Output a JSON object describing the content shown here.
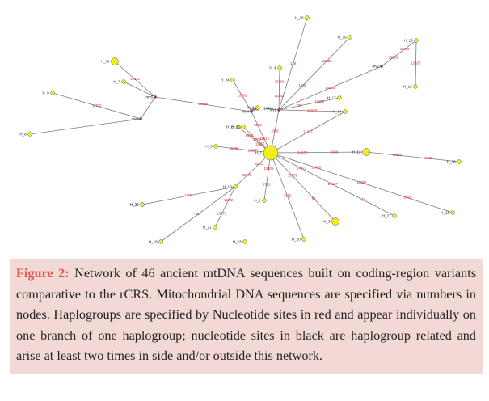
{
  "figure": {
    "label": "Figure 2:",
    "caption": "Network of 46 ancient mtDNA sequences built on coding-region variants comparative to the rCRS. Mitochondrial DNA sequences are specified via numbers in nodes. Haplogroups are specified by Nucleotide sites in red and appear individually on one branch of one haplogroup; nucleotide sites in black are haplogroup related and arise at least two times in side and/or outside this network."
  },
  "colors": {
    "node": "#f2ee1a",
    "node_stroke": "#555555",
    "median": "#b03a3a",
    "edge": "#7a7a7a",
    "site_red": "#d42020",
    "site_black": "#222222"
  },
  "network": {
    "nodes": [
      {
        "id": "H_1",
        "label": "H_1",
        "big": true
      },
      {
        "id": "H_2",
        "label": "H_2"
      },
      {
        "id": "H_3",
        "label": "H_3",
        "big": true
      },
      {
        "id": "H_4",
        "label": "H_4"
      },
      {
        "id": "H_5",
        "label": "H_5"
      },
      {
        "id": "H_6",
        "label": "H_6"
      },
      {
        "id": "H_7",
        "label": "H_7"
      },
      {
        "id": "H_8",
        "label": "H_8"
      },
      {
        "id": "H_9",
        "label": "H_9"
      },
      {
        "id": "H_10",
        "label": "H_10"
      },
      {
        "id": "H_11",
        "label": "H_11"
      },
      {
        "id": "H_12",
        "label": "H_12"
      },
      {
        "id": "H_13",
        "label": "H_13",
        "big": true
      },
      {
        "id": "H_14",
        "label": "H_14"
      },
      {
        "id": "H_15",
        "label": "H_15"
      },
      {
        "id": "H_16",
        "label": "H_16"
      },
      {
        "id": "H_17",
        "label": "H_17"
      },
      {
        "id": "H_18",
        "label": "H_18"
      },
      {
        "id": "H_19",
        "label": "H_19"
      },
      {
        "id": "H_20",
        "label": "H_20"
      },
      {
        "id": "H_21",
        "label": "H_21"
      },
      {
        "id": "H_22",
        "label": "H_22"
      },
      {
        "id": "H_23",
        "label": "H_23"
      },
      {
        "id": "H_24",
        "label": "H_24"
      },
      {
        "id": "H_25",
        "label": "H_25"
      },
      {
        "id": "H_26",
        "label": "H_26"
      },
      {
        "id": "H_27",
        "label": "H_27"
      },
      {
        "id": "H_28",
        "label": "H_28"
      },
      {
        "id": "H_29",
        "label": "H_29"
      },
      {
        "id": "H_30",
        "label": "H_30",
        "big": true
      },
      {
        "id": "mv1",
        "label": "mv1",
        "median": true
      },
      {
        "id": "mv2",
        "label": "mv2",
        "median": true
      },
      {
        "id": "mv3",
        "label": "mv3",
        "median": true
      },
      {
        "id": "mv4",
        "label": "mv4",
        "median": true
      },
      {
        "id": "mv5",
        "label": "mv5",
        "median": true
      }
    ],
    "edges": [
      {
        "from": "H_1",
        "to": "H_13",
        "sites": [
          "14172",
          "9966"
        ],
        "black": [
          false,
          false
        ]
      },
      {
        "from": "H_13",
        "to": "H_16",
        "sites": [
          "10850",
          "10550"
        ],
        "black": [
          false,
          false
        ]
      },
      {
        "from": "H_1",
        "to": "H_11",
        "sites": [
          "15833",
          "10580",
          "3543"
        ],
        "black": [
          false,
          false,
          false
        ]
      },
      {
        "from": "H_1",
        "to": "H_27",
        "sites": [
          "14872",
          "16547",
          "58"
        ],
        "black": [
          false,
          false,
          false
        ]
      },
      {
        "from": "H_1",
        "to": "H_3",
        "sites": [
          "13579",
          "81"
        ],
        "black": [
          false,
          false
        ]
      },
      {
        "from": "H_1",
        "to": "H_2",
        "sites": [
          "13805",
          "3722"
        ],
        "black": [
          false,
          false
        ]
      },
      {
        "from": "H_1",
        "to": "H_20",
        "sites": [
          "3335"
        ],
        "black": [
          false
        ]
      },
      {
        "from": "H_1",
        "to": "H_22",
        "sites": [
          "11350",
          "8696"
        ],
        "black": [
          false,
          false
        ]
      },
      {
        "from": "H_1",
        "to": "H_10",
        "sites": [
          "6221",
          "15272"
        ],
        "black": [
          false,
          false
        ]
      },
      {
        "from": "H_10",
        "to": "H_29",
        "sites": [
          "11171"
        ],
        "black": [
          false
        ]
      },
      {
        "from": "H_10",
        "to": "H_21",
        "sites": [
          "11902",
          "15276"
        ],
        "black": [
          false,
          false
        ]
      },
      {
        "from": "H_10",
        "to": "H_18",
        "sites": [
          "933"
        ],
        "black": [
          false
        ]
      },
      {
        "from": "H_1",
        "to": "H_5",
        "sites": [
          "11817",
          "15260"
        ],
        "black": [
          false,
          false
        ]
      },
      {
        "from": "H_1",
        "to": "H_25",
        "sites": [
          "1700"
        ],
        "black": [
          false
        ]
      },
      {
        "from": "H_1",
        "to": "mv4",
        "sites": [
          "11812",
          "5319"
        ],
        "black": [
          false,
          false
        ]
      },
      {
        "from": "H_1",
        "to": "mv1",
        "sites": [
          "4356"
        ],
        "black": [
          false
        ]
      },
      {
        "from": "H_1",
        "to": "H_14",
        "sites": [
          "11817"
        ],
        "black": [
          false
        ]
      },
      {
        "from": "mv4",
        "to": "H_24",
        "sites": [
          "15302"
        ],
        "black": [
          false
        ]
      },
      {
        "from": "mv4",
        "to": "mv5",
        "sites": [
          "13566"
        ],
        "black": [
          false
        ]
      },
      {
        "from": "mv5",
        "to": "H_30",
        "sites": [
          "15321"
        ],
        "black": [
          false
        ]
      },
      {
        "from": "mv5",
        "to": "H_7",
        "sites": [],
        "black": []
      },
      {
        "from": "mv5",
        "to": "mv3",
        "sites": [],
        "black": []
      },
      {
        "from": "mv3",
        "to": "H_9",
        "sites": [
          "11104"
        ],
        "black": [
          false
        ]
      },
      {
        "from": "mv3",
        "to": "H_8",
        "sites": [],
        "black": []
      },
      {
        "from": "mv4",
        "to": "H_6",
        "sites": [
          "10650"
        ],
        "black": [
          true
        ]
      },
      {
        "from": "mv1",
        "to": "H_6",
        "sites": [
          "16904"
        ],
        "black": [
          true
        ]
      },
      {
        "from": "mv1",
        "to": "H_4",
        "sites": [
          "10362",
          "15362"
        ],
        "black": [
          false,
          false
        ]
      },
      {
        "from": "mv1",
        "to": "H_26",
        "sites": [
          "139"
        ],
        "black": [
          false
        ]
      },
      {
        "from": "mv1",
        "to": "H_19",
        "sites": [
          "1685",
          "12342"
        ],
        "black": [
          false,
          false
        ]
      },
      {
        "from": "mv1",
        "to": "mv2",
        "sites": [
          "15105"
        ],
        "black": [
          false
        ]
      },
      {
        "from": "mv2",
        "to": "H_15",
        "sites": [
          "13029",
          "16640"
        ],
        "black": [
          false,
          false
        ]
      },
      {
        "from": "H_15",
        "to": "H_12",
        "sites": [
          "12427"
        ],
        "black": [
          false
        ]
      },
      {
        "from": "mv1",
        "to": "H_17",
        "sites": [
          "725",
          "12195"
        ],
        "black": [
          false,
          false
        ]
      },
      {
        "from": "mv1",
        "to": "H_14",
        "sites": [
          "14170"
        ],
        "black": [
          false
        ]
      },
      {
        "from": "H_6",
        "to": "mv4",
        "sites": [
          "11300"
        ],
        "black": [
          false
        ]
      }
    ]
  }
}
